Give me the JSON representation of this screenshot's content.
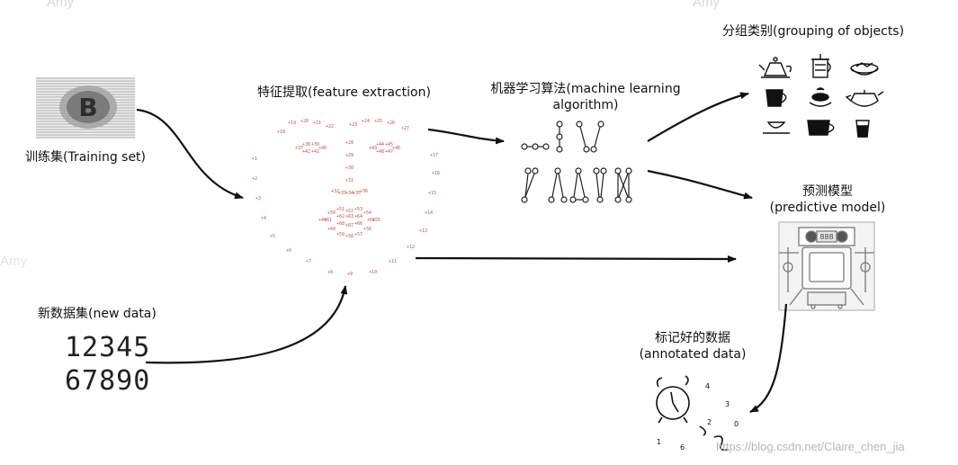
{
  "watermarks": [
    "Amy",
    "Amy",
    "Amy"
  ],
  "nodes": {
    "training_set": "训练集(Training set)",
    "feature_extraction": "特征提取(feature extraction)",
    "ml_algorithm_line1": "机器学习算法(machine learning",
    "ml_algorithm_line2": "algorithm)",
    "grouping": "分组类别(grouping of objects)",
    "predictive_line1": "预测模型",
    "predictive_line2": "(predictive model)",
    "new_data": "新数据集(new data)",
    "annotated_line1": "标记好的数据",
    "annotated_line2": "(annotated data)"
  },
  "new_data_digits": [
    "12345",
    "67890"
  ],
  "training_image_glyph": "B",
  "robot_face_digits": "888",
  "annotated_scribbles": [
    "4",
    "3",
    "0",
    "2",
    "1",
    "6"
  ],
  "landmark_points": [
    "1",
    "2",
    "3",
    "4",
    "5",
    "6",
    "7",
    "8",
    "9",
    "10",
    "11",
    "12",
    "13",
    "14",
    "15",
    "16",
    "17",
    "18",
    "19",
    "20",
    "21",
    "22",
    "23",
    "24",
    "25",
    "26",
    "27",
    "28",
    "29",
    "30",
    "31",
    "32",
    "33",
    "34",
    "35",
    "36",
    "37",
    "38",
    "39",
    "40",
    "41",
    "42",
    "43",
    "44",
    "45",
    "46",
    "47",
    "48",
    "49",
    "50",
    "51",
    "52",
    "53",
    "54",
    "55",
    "56",
    "57",
    "58",
    "59",
    "60",
    "61",
    "62",
    "63",
    "64",
    "65",
    "66",
    "67",
    "68"
  ],
  "footer": "https://blog.csdn.net/Claire_chen_jia"
}
